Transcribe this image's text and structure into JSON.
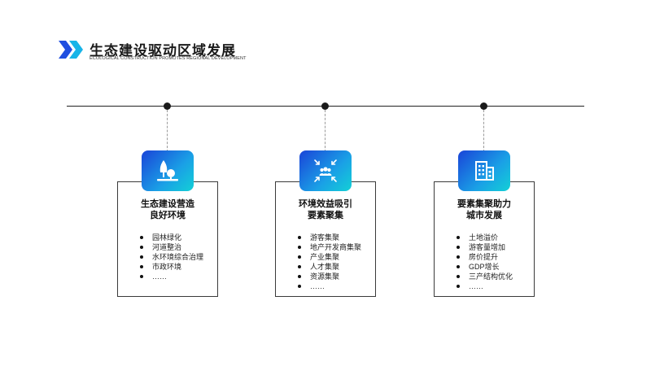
{
  "header": {
    "title": "生态建设驱动区域发展",
    "subtitle": "ECOLOGICAL CONSTRUCTION PROMOTES REGIONAL DEVELOPMENT"
  },
  "accent_colors": {
    "gradient_start": "#1a44d8",
    "gradient_end": "#13d0d6",
    "logo_dark": "#1f4fe0",
    "logo_light": "#18b4e8"
  },
  "cards": [
    {
      "icon": "tree-park-icon",
      "title_lines": [
        "生态建设营造",
        "良好环境"
      ],
      "items": [
        "园林绿化",
        "河道整治",
        "水环境综合治理",
        "市政环境",
        "……"
      ]
    },
    {
      "icon": "people-gather-icon",
      "title_lines": [
        "环境效益吸引",
        "要素聚集"
      ],
      "items": [
        "游客集聚",
        "地产开发商集聚",
        "产业集聚",
        "人才集聚",
        "资源集聚",
        "……"
      ]
    },
    {
      "icon": "city-building-icon",
      "title_lines": [
        "要素集聚助力",
        "城市发展"
      ],
      "items": [
        "土地溢价",
        "游客量增加",
        "房价提升",
        "GDP增长",
        "三产结构优化",
        "……"
      ]
    }
  ]
}
